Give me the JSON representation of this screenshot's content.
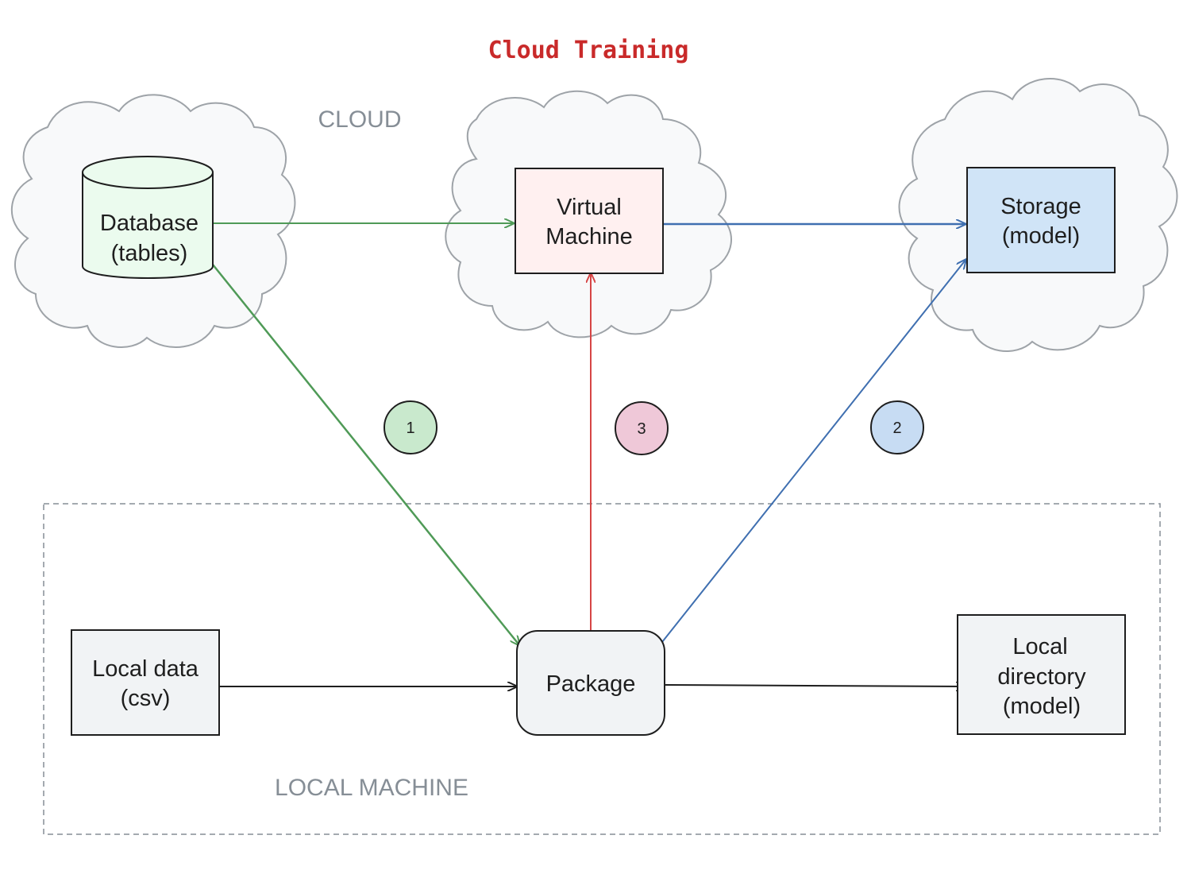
{
  "title": {
    "text": "Cloud Training",
    "color": "#c92a2a"
  },
  "regions": {
    "cloud": "CLOUD",
    "local": "LOCAL MACHINE"
  },
  "nodes": {
    "database": {
      "line1": "Database",
      "line2": "(tables)",
      "fill": "#ebfbee"
    },
    "vm": {
      "line1": "Virtual",
      "line2": "Machine",
      "fill": "#fff0f0"
    },
    "storage": {
      "line1": "Storage",
      "line2": "(model)",
      "fill": "#d0e4f7"
    },
    "local_data": {
      "line1": "Local data",
      "line2": "(csv)",
      "fill": "#f1f3f5"
    },
    "package": {
      "line1": "Package",
      "fill": "#f1f3f5"
    },
    "local_dir": {
      "line1": "Local",
      "line2": "directory",
      "line3": "(model)",
      "fill": "#f1f3f5"
    }
  },
  "badges": [
    {
      "text": "1",
      "fill": "#c9e9cd"
    },
    {
      "text": "3",
      "fill": "#efc8d8"
    },
    {
      "text": "2",
      "fill": "#c7dcf3"
    }
  ],
  "colors": {
    "green": "#4f9a57",
    "red": "#d64545",
    "blue": "#3f6fb0",
    "black": "#1e1e1e"
  }
}
